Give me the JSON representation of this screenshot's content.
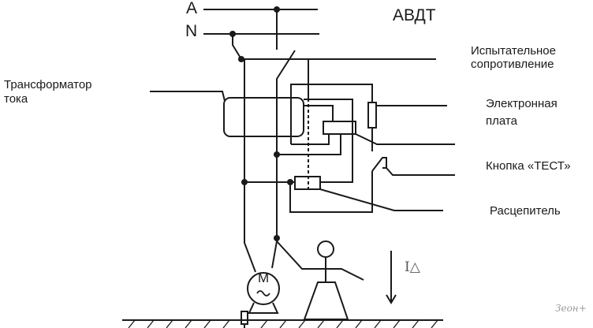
{
  "title": "АВДТ",
  "phase_labels": {
    "a": "A",
    "n": "N"
  },
  "labels": {
    "test_resistor": [
      "Испытательное",
      "сопротивление"
    ],
    "electronic_board": [
      "Электронная",
      "плата"
    ],
    "test_button": "Кнопка «ТЕСТ»",
    "release": "Расцепитель",
    "current_transformer": [
      "Трансформатор",
      "тока"
    ]
  },
  "motor_label": "M",
  "leak_current_label": "I△",
  "watermark": "Зеон+"
}
